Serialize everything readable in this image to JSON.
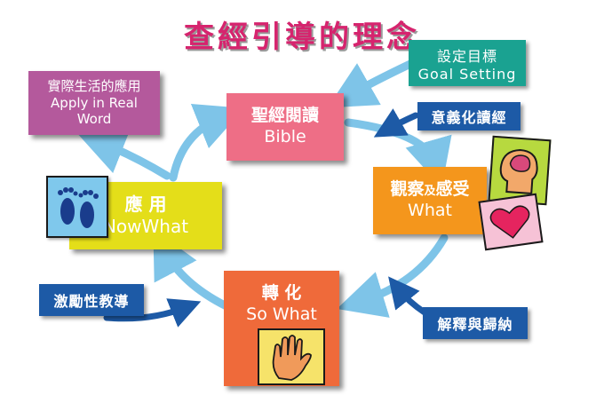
{
  "title": "查經引導的理念",
  "nodes": {
    "bible": {
      "zh": "聖經閱讀",
      "en": "Bible",
      "color": "#ee6e86"
    },
    "observe": {
      "zh": "觀察",
      "small": "及",
      "zh2": "感受",
      "en": "What",
      "color": "#f4961c"
    },
    "sowhat": {
      "zh": "轉 化",
      "en": "So What",
      "color": "#ef6a3a"
    },
    "nowwhat": {
      "zh": "應 用",
      "en": "NowWhat",
      "color": "#e4de19"
    },
    "apply": {
      "zh": "實際生活的應用",
      "en1": "Apply in Real",
      "en2": "Word",
      "color": "#b4599c"
    }
  },
  "side_tags": {
    "goal": {
      "zh": "設定目標",
      "en": "Goal Setting",
      "color": "#1aa291"
    },
    "meaning": {
      "zh": "意義化讀經",
      "color": "#1d5aa6"
    },
    "explain": {
      "zh": "解釋與歸納",
      "color": "#1d5aa6"
    },
    "encourage": {
      "zh": "激勵性教導",
      "color": "#1d5aa6"
    }
  },
  "colors": {
    "arrow": "#7ec4e8",
    "arrow_dark": "#1d5aa6",
    "title": "#d6246e"
  }
}
